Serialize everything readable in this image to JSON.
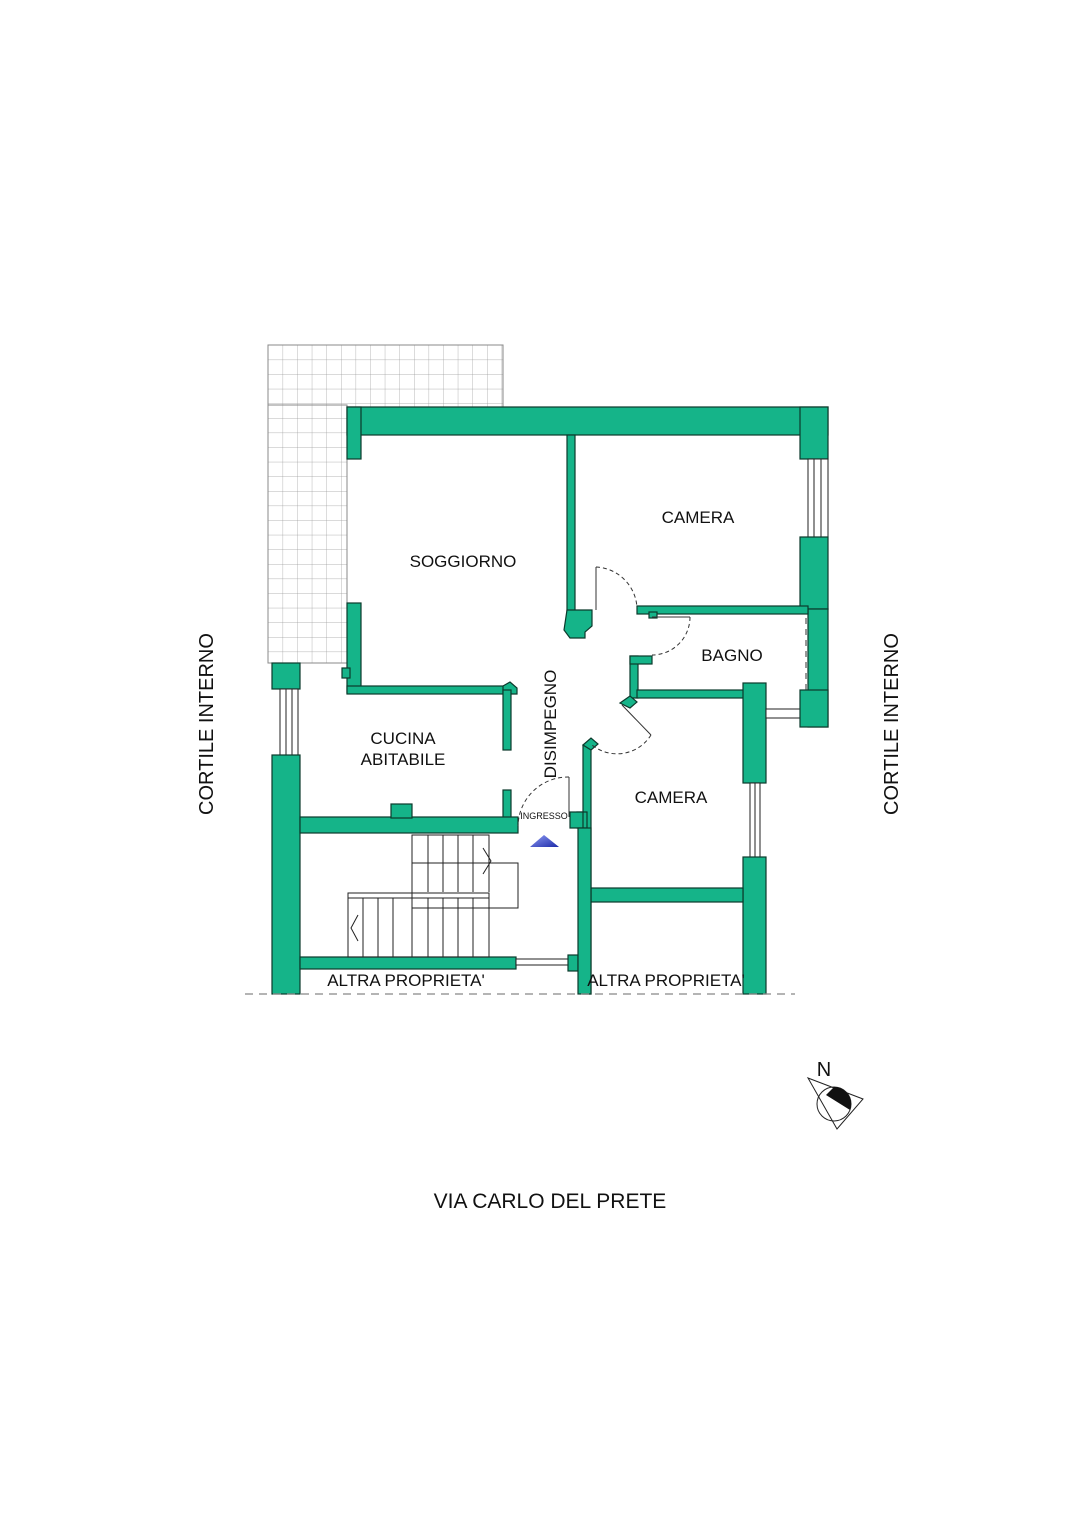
{
  "plan": {
    "rooms": [
      {
        "id": "soggiorno",
        "label": "SOGGIORNO"
      },
      {
        "id": "camera-1",
        "label": "CAMERA"
      },
      {
        "id": "bagno",
        "label": "BAGNO"
      },
      {
        "id": "cucina",
        "label_line1": "CUCINA",
        "label_line2": "ABITABILE"
      },
      {
        "id": "disimpegno",
        "label": "DISIMPEGNO"
      },
      {
        "id": "camera-2",
        "label": "CAMERA"
      }
    ],
    "entrance": {
      "label": "INGRESSO",
      "marker_color": "#2f3fc4"
    },
    "neighbors": [
      {
        "id": "altra-1",
        "label": "ALTRA PROPRIETA'"
      },
      {
        "id": "altra-2",
        "label": "ALTRA PROPRIETA'"
      }
    ],
    "surroundings": {
      "left": "CORTILE INTERNO",
      "right": "CORTILE INTERNO",
      "street": "VIA CARLO DEL PRETE"
    },
    "compass": {
      "label": "N"
    },
    "colors": {
      "wall_fill": "#15b489",
      "wall_dark": "#0e8a66",
      "wall_outline": "#0c3a2c",
      "terrace_grid": "#9a9a9a",
      "entrance_marker": "#2f3fc4"
    }
  }
}
